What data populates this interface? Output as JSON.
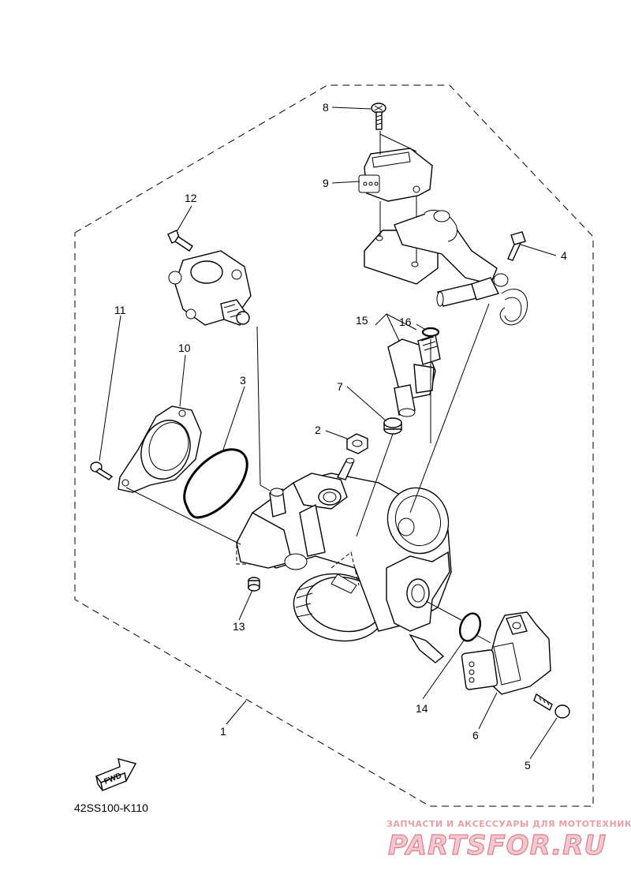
{
  "callouts": {
    "c1": "1",
    "c2": "2",
    "c3": "3",
    "c4": "4",
    "c5": "5",
    "c6": "6",
    "c7": "7",
    "c8": "8",
    "c9": "9",
    "c10": "10",
    "c11": "11",
    "c12": "12",
    "c13": "13",
    "c14": "14",
    "c15": "15",
    "c16": "16"
  },
  "diagram_code": "42SS100-K110",
  "fwd_label": "FWD",
  "watermark": {
    "tagline": "ЗАПЧАСТИ И АКСЕССУАРЫ ДЛЯ МОТОТЕХНИКИ",
    "brand": "PARTSFOR.RU"
  }
}
